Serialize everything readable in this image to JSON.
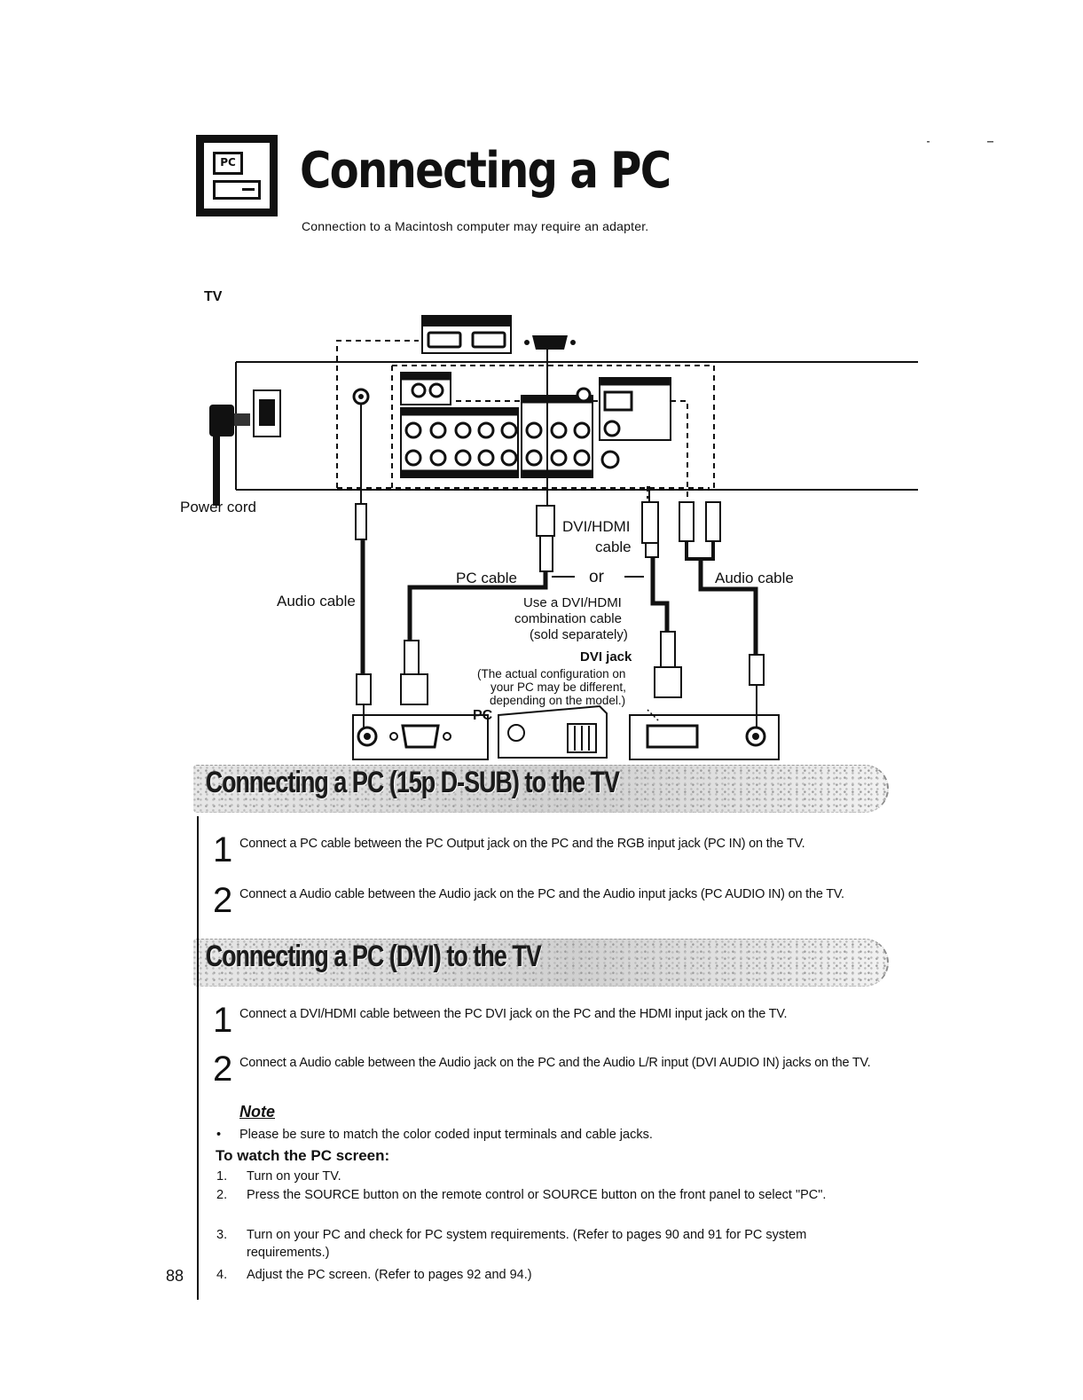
{
  "header": {
    "badge_label": "PC",
    "title": "Connecting a PC",
    "subtitle": "Connection to a Macintosh computer may require an adapter."
  },
  "diagram": {
    "tv_label": "TV",
    "power_cord": "Power cord",
    "audio_cable_left": "Audio cable",
    "audio_cable_right": "Audio cable",
    "pc_cable": "PC cable",
    "dvi_hdmi_cable_line1": "DVI/HDMI",
    "dvi_hdmi_cable_line2": "cable",
    "or": "or",
    "combo_line1": "Use a DVI/HDMI",
    "combo_line2": "combination cable",
    "combo_line3": "(sold separately)",
    "dvi_jack": "DVI jack",
    "config_line1": "(The actual configuration on",
    "config_line2": "your PC may be different,",
    "config_line3": "depending on the model.)",
    "pc_label": "PC"
  },
  "section1": {
    "heading": "Connecting a PC (15p D-SUB) to the TV",
    "steps": [
      {
        "num": "1",
        "text": "Connect a PC cable between the PC Output jack on the PC and the RGB input jack (PC IN) on the TV."
      },
      {
        "num": "2",
        "text": "Connect a Audio cable between the Audio jack on the PC and the Audio input jacks (PC AUDIO IN) on the TV."
      }
    ]
  },
  "section2": {
    "heading": "Connecting a PC (DVI) to the TV",
    "steps": [
      {
        "num": "1",
        "text": "Connect a DVI/HDMI cable between the PC DVI jack on the PC and the HDMI input jack on the TV."
      },
      {
        "num": "2",
        "text": "Connect a Audio cable between the Audio jack on the PC and the Audio L/R input (DVI AUDIO IN) jacks on the TV."
      }
    ]
  },
  "note": {
    "heading": "Note",
    "bullet": "•",
    "text": "Please be sure to match the color coded input terminals and cable jacks."
  },
  "watch": {
    "heading": "To watch the PC screen:",
    "items": [
      {
        "num": "1.",
        "text": "Turn on your TV."
      },
      {
        "num": "2.",
        "text": "Press the SOURCE button on the remote control or SOURCE button on the front panel to select \"PC\"."
      },
      {
        "num": "3.",
        "text": "Turn on your PC and check for PC system requirements. (Refer to pages 90 and 91 for PC system requirements.)"
      },
      {
        "num": "4.",
        "text": "Adjust the PC screen. (Refer to pages 92 and 94.)"
      }
    ]
  },
  "page_number": "88"
}
